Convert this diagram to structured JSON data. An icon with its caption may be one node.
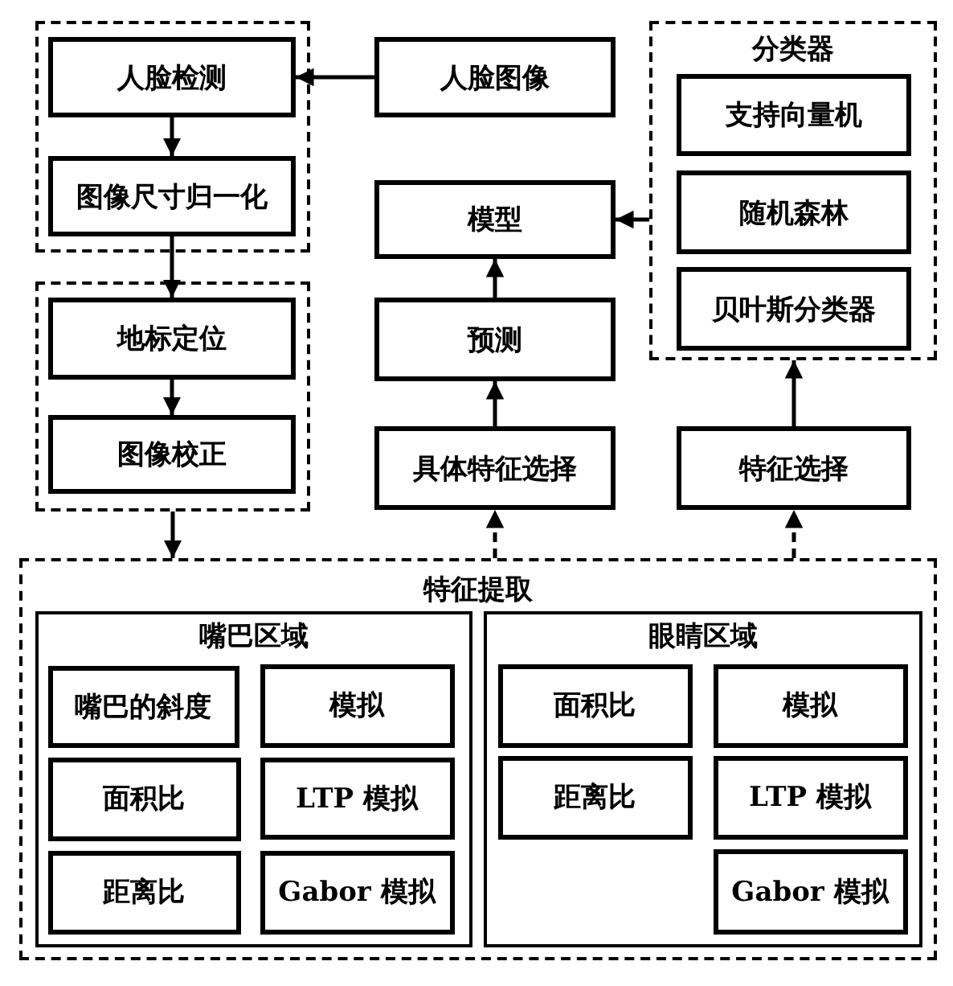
{
  "diagram": {
    "nodes": [
      {
        "text": [],
        "shape": "box"
      },
      {
        "text": [
          "人脸检测"
        ],
        "in": 0
      },
      {
        "text": [
          "图像尺寸归一化"
        ],
        "in": 0
      },
      {
        "text": [],
        "shape": "box"
      },
      {
        "text": [
          "地标定位"
        ],
        "in": 3
      },
      {
        "text": [
          "图像校正"
        ],
        "in": 3
      },
      {
        "text": [
          "人脸图像"
        ]
      },
      {
        "text": [
          "模型"
        ]
      },
      {
        "text": [
          "预测"
        ]
      },
      {
        "text": [
          "具体特征选择"
        ]
      },
      {
        "text": [
          "分类器"
        ]
      },
      {
        "text": [
          "支持向量机"
        ],
        "in": 10
      },
      {
        "text": [
          "随机森林"
        ],
        "in": 10
      },
      {
        "text": [
          "贝叶斯分类器"
        ],
        "in": 10
      },
      {
        "text": [
          "特征选择"
        ]
      },
      {
        "text": [
          "特征提取"
        ]
      },
      {
        "text": [
          "嘴巴区域"
        ],
        "in": 15
      },
      {
        "text": [
          "嘴巴的斜度"
        ],
        "in": 16
      },
      {
        "text": [
          "模拟"
        ],
        "in": 16
      },
      {
        "text": [
          "面积比"
        ],
        "in": 16
      },
      {
        "text": [
          "LTP 模拟"
        ],
        "in": 16
      },
      {
        "text": [
          "距离比"
        ],
        "in": 16
      },
      {
        "text": [
          "Gabor 模拟"
        ],
        "in": 16
      },
      {
        "text": [
          "眼睛区域"
        ],
        "in": 15
      },
      {
        "text": [
          "面积比"
        ],
        "in": 23
      },
      {
        "text": [
          "模拟"
        ],
        "in": 23
      },
      {
        "text": [
          "距离比"
        ],
        "in": 23
      },
      {
        "text": [
          "LTP 模拟"
        ],
        "in": 23
      },
      {
        "text": [
          "Gabor 模拟"
        ],
        "in": 23
      }
    ],
    "edges": [
      {
        "from": 6,
        "to": 1,
        "arrow": "to"
      },
      {
        "from": 1,
        "to": 2,
        "arrow": "to"
      },
      {
        "from": 2,
        "to": 4,
        "arrow": "to"
      },
      {
        "from": 4,
        "to": 5,
        "arrow": "to"
      },
      {
        "from": 3,
        "to": 15,
        "arrow": "to"
      },
      {
        "from": 10,
        "to": 7,
        "arrow": "to"
      },
      {
        "from": 8,
        "to": 7,
        "arrow": "to"
      },
      {
        "from": 9,
        "to": 8,
        "arrow": "to"
      },
      {
        "from": 15,
        "to": 9,
        "arrow": "to",
        "style": "dashed"
      },
      {
        "from": 15,
        "to": 14,
        "arrow": "to",
        "style": "dashed"
      },
      {
        "from": 14,
        "to": 10,
        "arrow": "to"
      }
    ]
  }
}
